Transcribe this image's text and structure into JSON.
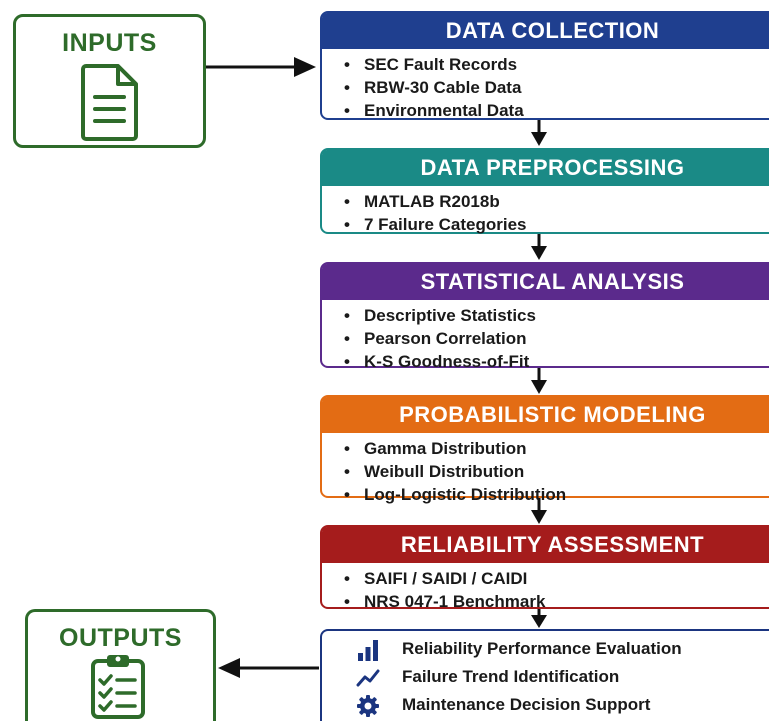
{
  "colors": {
    "green": "#2e6b2a",
    "blue": "#1f3f8f",
    "teal": "#1a8a86",
    "purple": "#5b2a8c",
    "orange": "#e36c14",
    "red": "#a51c1c",
    "navy": "#1b3580"
  },
  "inputs": {
    "title": "INPUTS",
    "icon": "document-icon"
  },
  "outputs": {
    "title": "OUTPUTS",
    "icon": "clipboard-checklist-icon"
  },
  "stages": [
    {
      "title": "DATA COLLECTION",
      "color": "#1f3f8f",
      "items": [
        "SEC Fault Records",
        "RBW-30 Cable Data",
        "Environmental Data"
      ]
    },
    {
      "title": "DATA PREPROCESSING",
      "color": "#1a8a86",
      "items": [
        "MATLAB R2018b",
        "7 Failure Categories"
      ]
    },
    {
      "title": "STATISTICAL ANALYSIS",
      "color": "#5b2a8c",
      "items": [
        "Descriptive Statistics",
        "Pearson Correlation",
        "K-S Goodness-of-Fit"
      ]
    },
    {
      "title": "PROBABILISTIC MODELING",
      "color": "#e36c14",
      "items": [
        "Gamma Distribution",
        "Weibull Distribution",
        "Log-Logistic Distribution"
      ]
    },
    {
      "title": "RELIABILITY ASSESSMENT",
      "color": "#a51c1c",
      "items": [
        "SAIFI / SAIDI / CAIDI",
        "NRS 047-1 Benchmark"
      ]
    }
  ],
  "results": [
    {
      "label": "Reliability Performance Evaluation",
      "icon": "bar-chart-icon"
    },
    {
      "label": "Failure Trend Identification",
      "icon": "trend-line-icon"
    },
    {
      "label": "Maintenance Decision Support",
      "icon": "gear-icon"
    }
  ]
}
